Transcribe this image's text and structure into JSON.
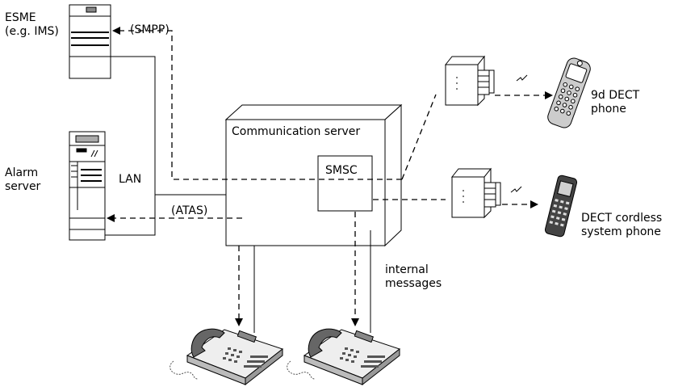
{
  "diagram": {
    "nodes": {
      "esme": {
        "lines": [
          "ESME",
          "(e.g. IMS)"
        ]
      },
      "alarm_server": {
        "lines": [
          "Alarm",
          "server"
        ]
      },
      "communication_server": {
        "label": "Communication server"
      },
      "smsc": {
        "label": "SMSC"
      },
      "dect_9d": {
        "lines": [
          "9d DECT",
          "phone"
        ]
      },
      "dect_cordless": {
        "lines": [
          "DECT cordless",
          "system phone"
        ]
      }
    },
    "connections": {
      "lan": "LAN",
      "smpp": "(SMPP)",
      "atas": "(ATAS)",
      "internal_messages": [
        "internal",
        "messages"
      ]
    }
  }
}
